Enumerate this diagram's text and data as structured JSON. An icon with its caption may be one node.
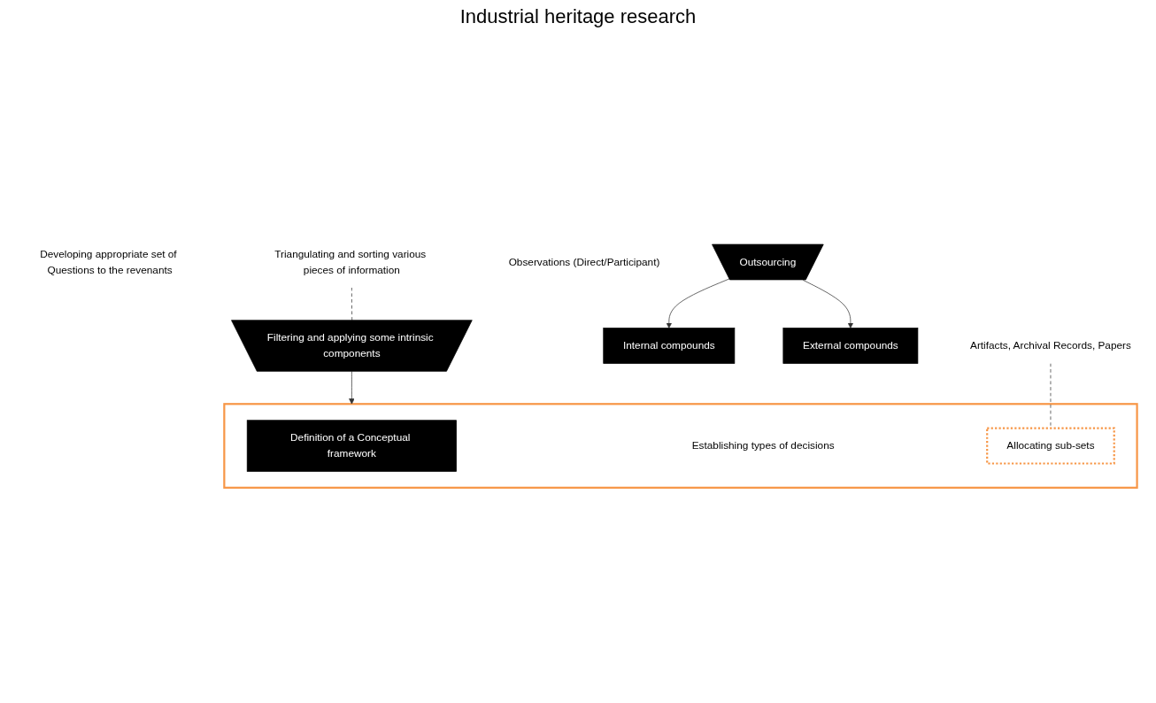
{
  "diagram": {
    "title": "Industrial heritage research",
    "nodes": [
      {
        "text": [
          "Developing appropriate set of Questions to the revenants"
        ]
      },
      {
        "text": [
          "Triangulating and sorting various pieces of information"
        ]
      },
      {
        "text": [
          "Observations (Direct/Participant)"
        ]
      },
      {
        "text": [
          "Artifacts, Archival Records, Papers"
        ]
      },
      {
        "text": [
          "Outsourcing"
        ]
      },
      {
        "text": [
          "Internal compounds"
        ]
      },
      {
        "text": [
          "External compounds"
        ]
      },
      {
        "text": [
          "Filtering and applying some intrinsic components"
        ]
      },
      {
        "text": [],
        "shape": "box"
      },
      {
        "text": [
          "Definition of a Conceptual framework"
        ],
        "in": 8
      },
      {
        "text": [
          "Establishing types of decisions"
        ],
        "in": 8
      },
      {
        "text": [
          "Allocating sub-sets"
        ],
        "in": 8
      }
    ],
    "edges": [
      {
        "from": 4,
        "to": 5,
        "arrow": "to"
      },
      {
        "from": 4,
        "to": 6,
        "arrow": "to"
      },
      {
        "from": 7,
        "to": 8,
        "arrow": "to"
      },
      {
        "from": 1,
        "to": 7,
        "arrow": "none",
        "style": "dashed"
      },
      {
        "from": 3,
        "to": 11,
        "arrow": "none",
        "style": "dashed"
      }
    ]
  }
}
